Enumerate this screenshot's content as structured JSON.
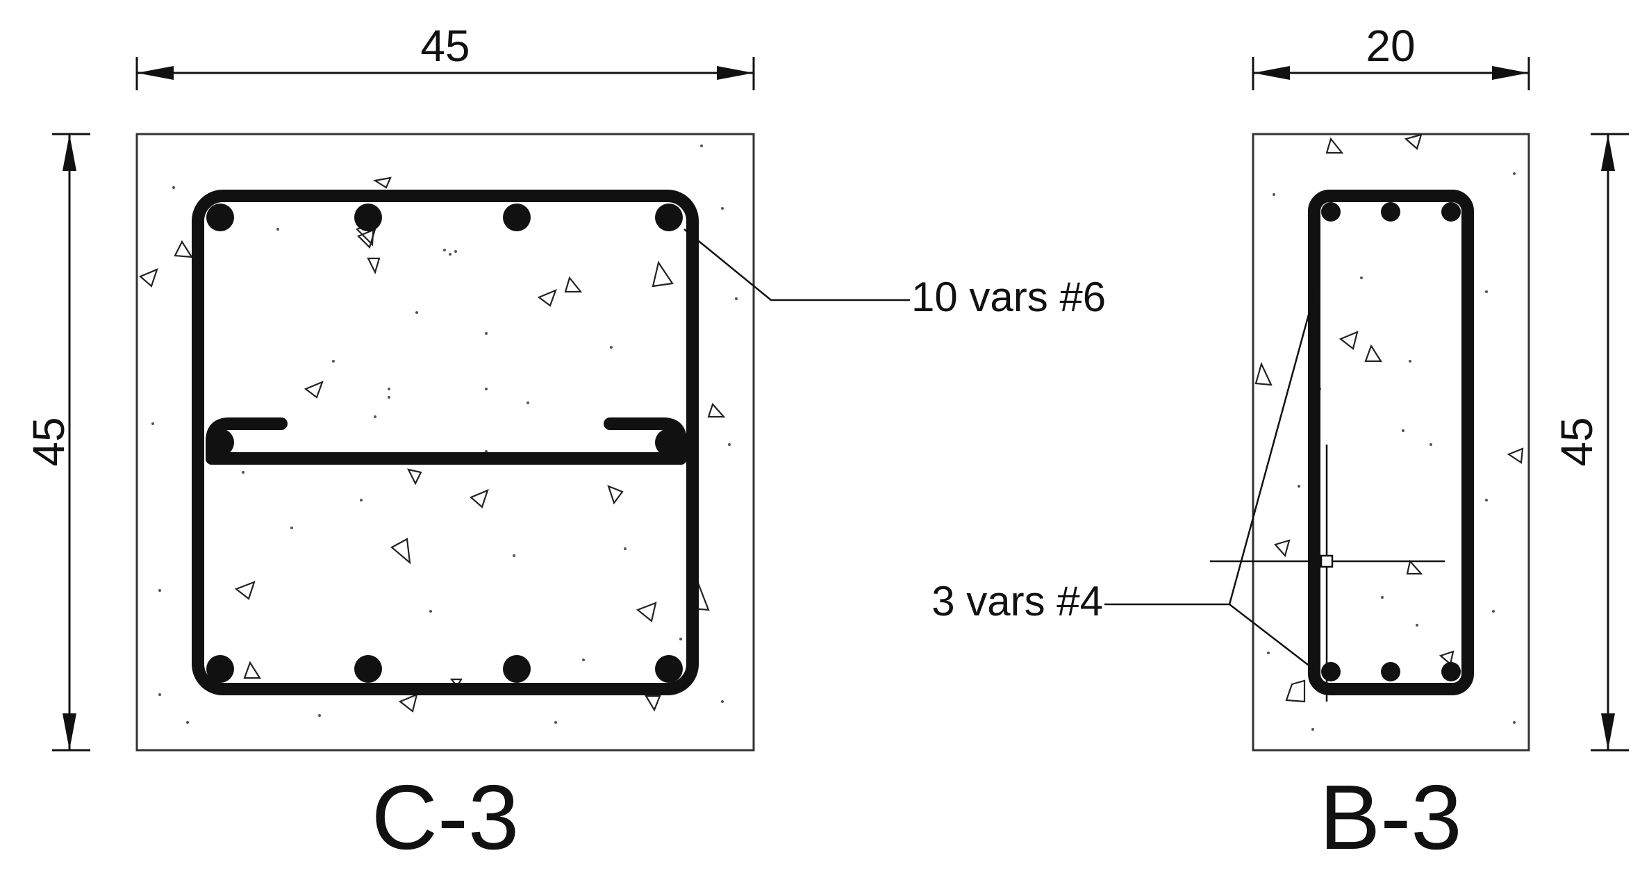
{
  "sections": [
    {
      "id": "C-3",
      "title": "C-3",
      "width_label": "45",
      "height_label": "45",
      "callout": "10 vars #6"
    },
    {
      "id": "B-3",
      "title": "B-3",
      "width_label": "20",
      "height_label": "45",
      "callout": "3 vars #4"
    }
  ]
}
